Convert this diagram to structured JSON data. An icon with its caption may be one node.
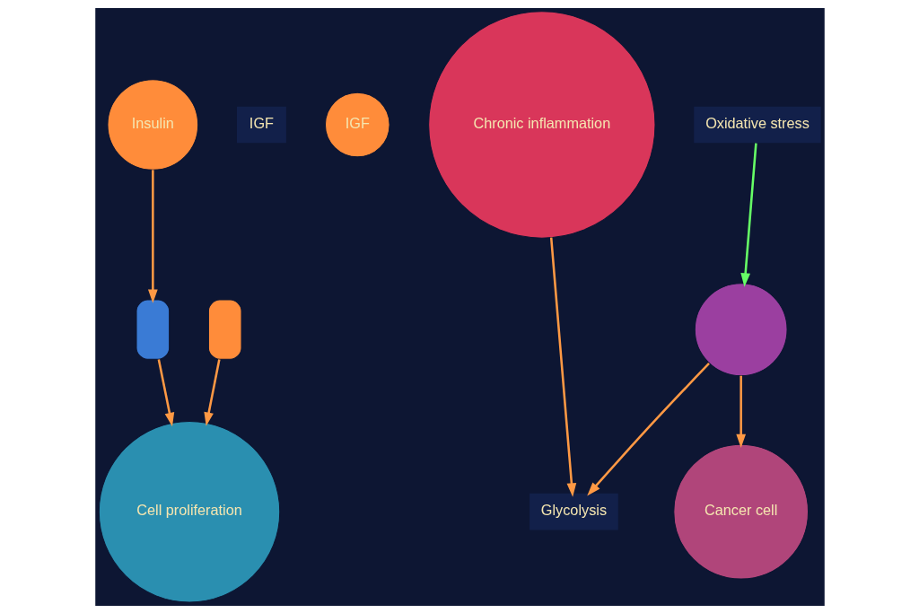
{
  "diagram": {
    "nodes": [
      {
        "text": [
          "Insulin"
        ]
      },
      {
        "text": [
          "IGF"
        ]
      },
      {
        "text": [
          "IGF"
        ]
      },
      {
        "text": [],
        "shape": "box"
      },
      {
        "text": [],
        "shape": "box"
      },
      {
        "text": [
          "Cell proliferation"
        ]
      },
      {
        "text": [
          "Chronic inflammation"
        ]
      },
      {
        "text": [
          "Oxidative stress"
        ]
      },
      {
        "text": [],
        "shape": "circle"
      },
      {
        "text": [
          "Glycolysis"
        ]
      },
      {
        "text": [
          "Cancer cell"
        ]
      }
    ],
    "edges": [
      {
        "from": 0,
        "to": 3,
        "arrow": "to"
      },
      {
        "from": 3,
        "to": 5,
        "arrow": "to"
      },
      {
        "from": 4,
        "to": 5,
        "arrow": "to"
      },
      {
        "from": 6,
        "to": 9,
        "arrow": "to"
      },
      {
        "from": 7,
        "to": 8,
        "arrow": "to",
        "color": "#66ff66"
      },
      {
        "from": 8,
        "to": 9,
        "arrow": "to"
      },
      {
        "from": 8,
        "to": 10,
        "arrow": "to"
      }
    ]
  }
}
